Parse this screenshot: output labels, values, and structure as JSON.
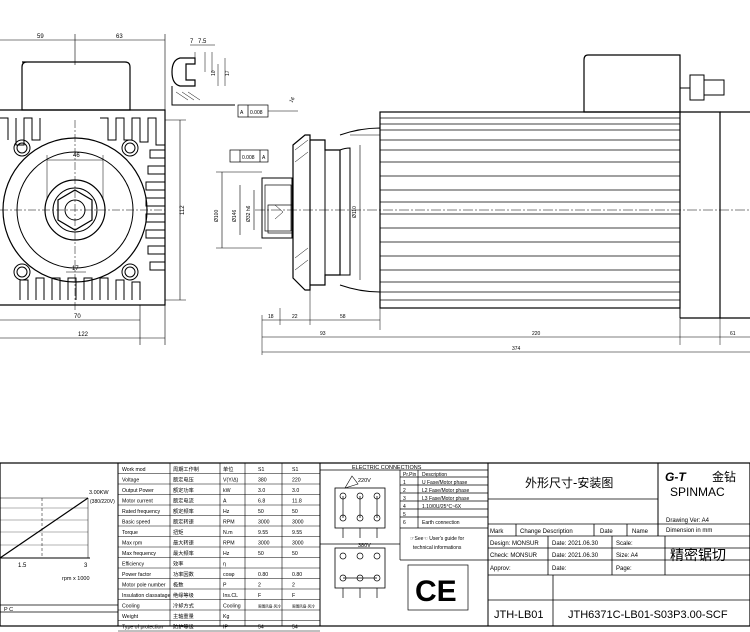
{
  "dimensions": {
    "d59": "59",
    "d63": "63",
    "d7": "7",
    "d7_5": "7.5",
    "d10": "10",
    "d17": "17",
    "d16": "16",
    "tol_top": "0.008",
    "datum": "A",
    "tol_mid": "0.008",
    "d46": "46",
    "d17b": "17",
    "d112": "112",
    "d70": "70",
    "d122": "122",
    "d18": "18",
    "d22": "22",
    "d58": "58",
    "d93": "93",
    "d220": "220",
    "d61": "61",
    "d374": "374",
    "dia100": "Ø100",
    "dia146": "Ø146",
    "dia32": "Ø32 h6",
    "dia110": "Ø110"
  },
  "power_chart": {
    "rating": "3.00KW",
    "voltage": "(380/220V)",
    "x_ticks": [
      "1.5",
      "3"
    ],
    "x_unit": "rpm x 1000",
    "legend": "P        C"
  },
  "spec_table": {
    "header": [
      "Work mod",
      "周期工作制",
      "单位",
      "S1",
      "S1"
    ],
    "rows": [
      [
        "Voltage",
        "额定电压",
        "V(Y/Δ)",
        "380",
        "220"
      ],
      [
        "Output Power",
        "额定功率",
        "kW",
        "3.0",
        "3.0"
      ],
      [
        "Motor current",
        "额定电流",
        "A",
        "6.8",
        "11.8"
      ],
      [
        "Rated frequency",
        "额定频率",
        "Hz",
        "50",
        "50"
      ],
      [
        "Basic speed",
        "额定转速",
        "RPM",
        "3000",
        "3000"
      ],
      [
        "Torque",
        "扭矩",
        "N.m",
        "9.55",
        "9.55"
      ],
      [
        "Max rpm",
        "最大转速",
        "RPM",
        "3000",
        "3000"
      ],
      [
        "Max frequency",
        "最大频率",
        "Hz",
        "50",
        "50"
      ],
      [
        "Efficiency",
        "效率",
        "η",
        "",
        ""
      ],
      [
        "Power factor",
        "功率因数",
        "cosφ",
        "0.80",
        "0.80"
      ],
      [
        "Motor pole number",
        "极数",
        "P",
        "2",
        "2"
      ],
      [
        "Insulation classatage",
        "绝缘等级",
        "Ins.CL",
        "F",
        "F"
      ],
      [
        "Cooling",
        "冷却方式",
        "Cooling",
        "周围风扇-风冷",
        "周围风扇-风冷"
      ],
      [
        "Weight",
        "主轴重量",
        "Kg",
        "",
        ""
      ],
      [
        "Type of protection",
        "防护等级",
        "IP",
        "54",
        "54"
      ]
    ]
  },
  "connections": {
    "title": "ELECTRIC CONNECTIONS",
    "v220": "220V",
    "v380": "380V",
    "header": [
      "Pr.Pin",
      "Description"
    ],
    "rows": [
      [
        "1",
        "U Fase/Motor phase"
      ],
      [
        "2",
        "L2 Fase/Motor phase"
      ],
      [
        "3",
        "L3 Fase/Motor phase"
      ],
      [
        "4",
        "1.10/0U/25°C~6X"
      ],
      [
        "5",
        ""
      ],
      [
        "6",
        "Earth connection"
      ]
    ],
    "note1": "☞See☜ User's guide for",
    "note2": "technical informations",
    "ce": "CE"
  },
  "title_block": {
    "title_cn": "外形尺寸-安装图",
    "brand_logo": "G-T",
    "brand_cn": "金钻",
    "brand_en": "SPINMAC",
    "col_mark": "Mark",
    "col_change": "Change Description",
    "col_date": "Date",
    "col_name": "Name",
    "drawing_ver": "Drawing Ver: A4",
    "dimension": "Dimension in mm",
    "design": "Design: MONSUR",
    "design_date": "Date: 2021.06.30",
    "scale": "Scale:",
    "check": "Check: MONSUR",
    "check_date": "Date: 2021.06.30",
    "size": "Size: A4",
    "approv": "Approv:",
    "approv_date": "Date:",
    "page": "Page:",
    "product_cn": "精密锯切",
    "model_code": "JTH-LB01",
    "part_no": "JTH6371C-LB01-S03P3.00-SCF"
  }
}
